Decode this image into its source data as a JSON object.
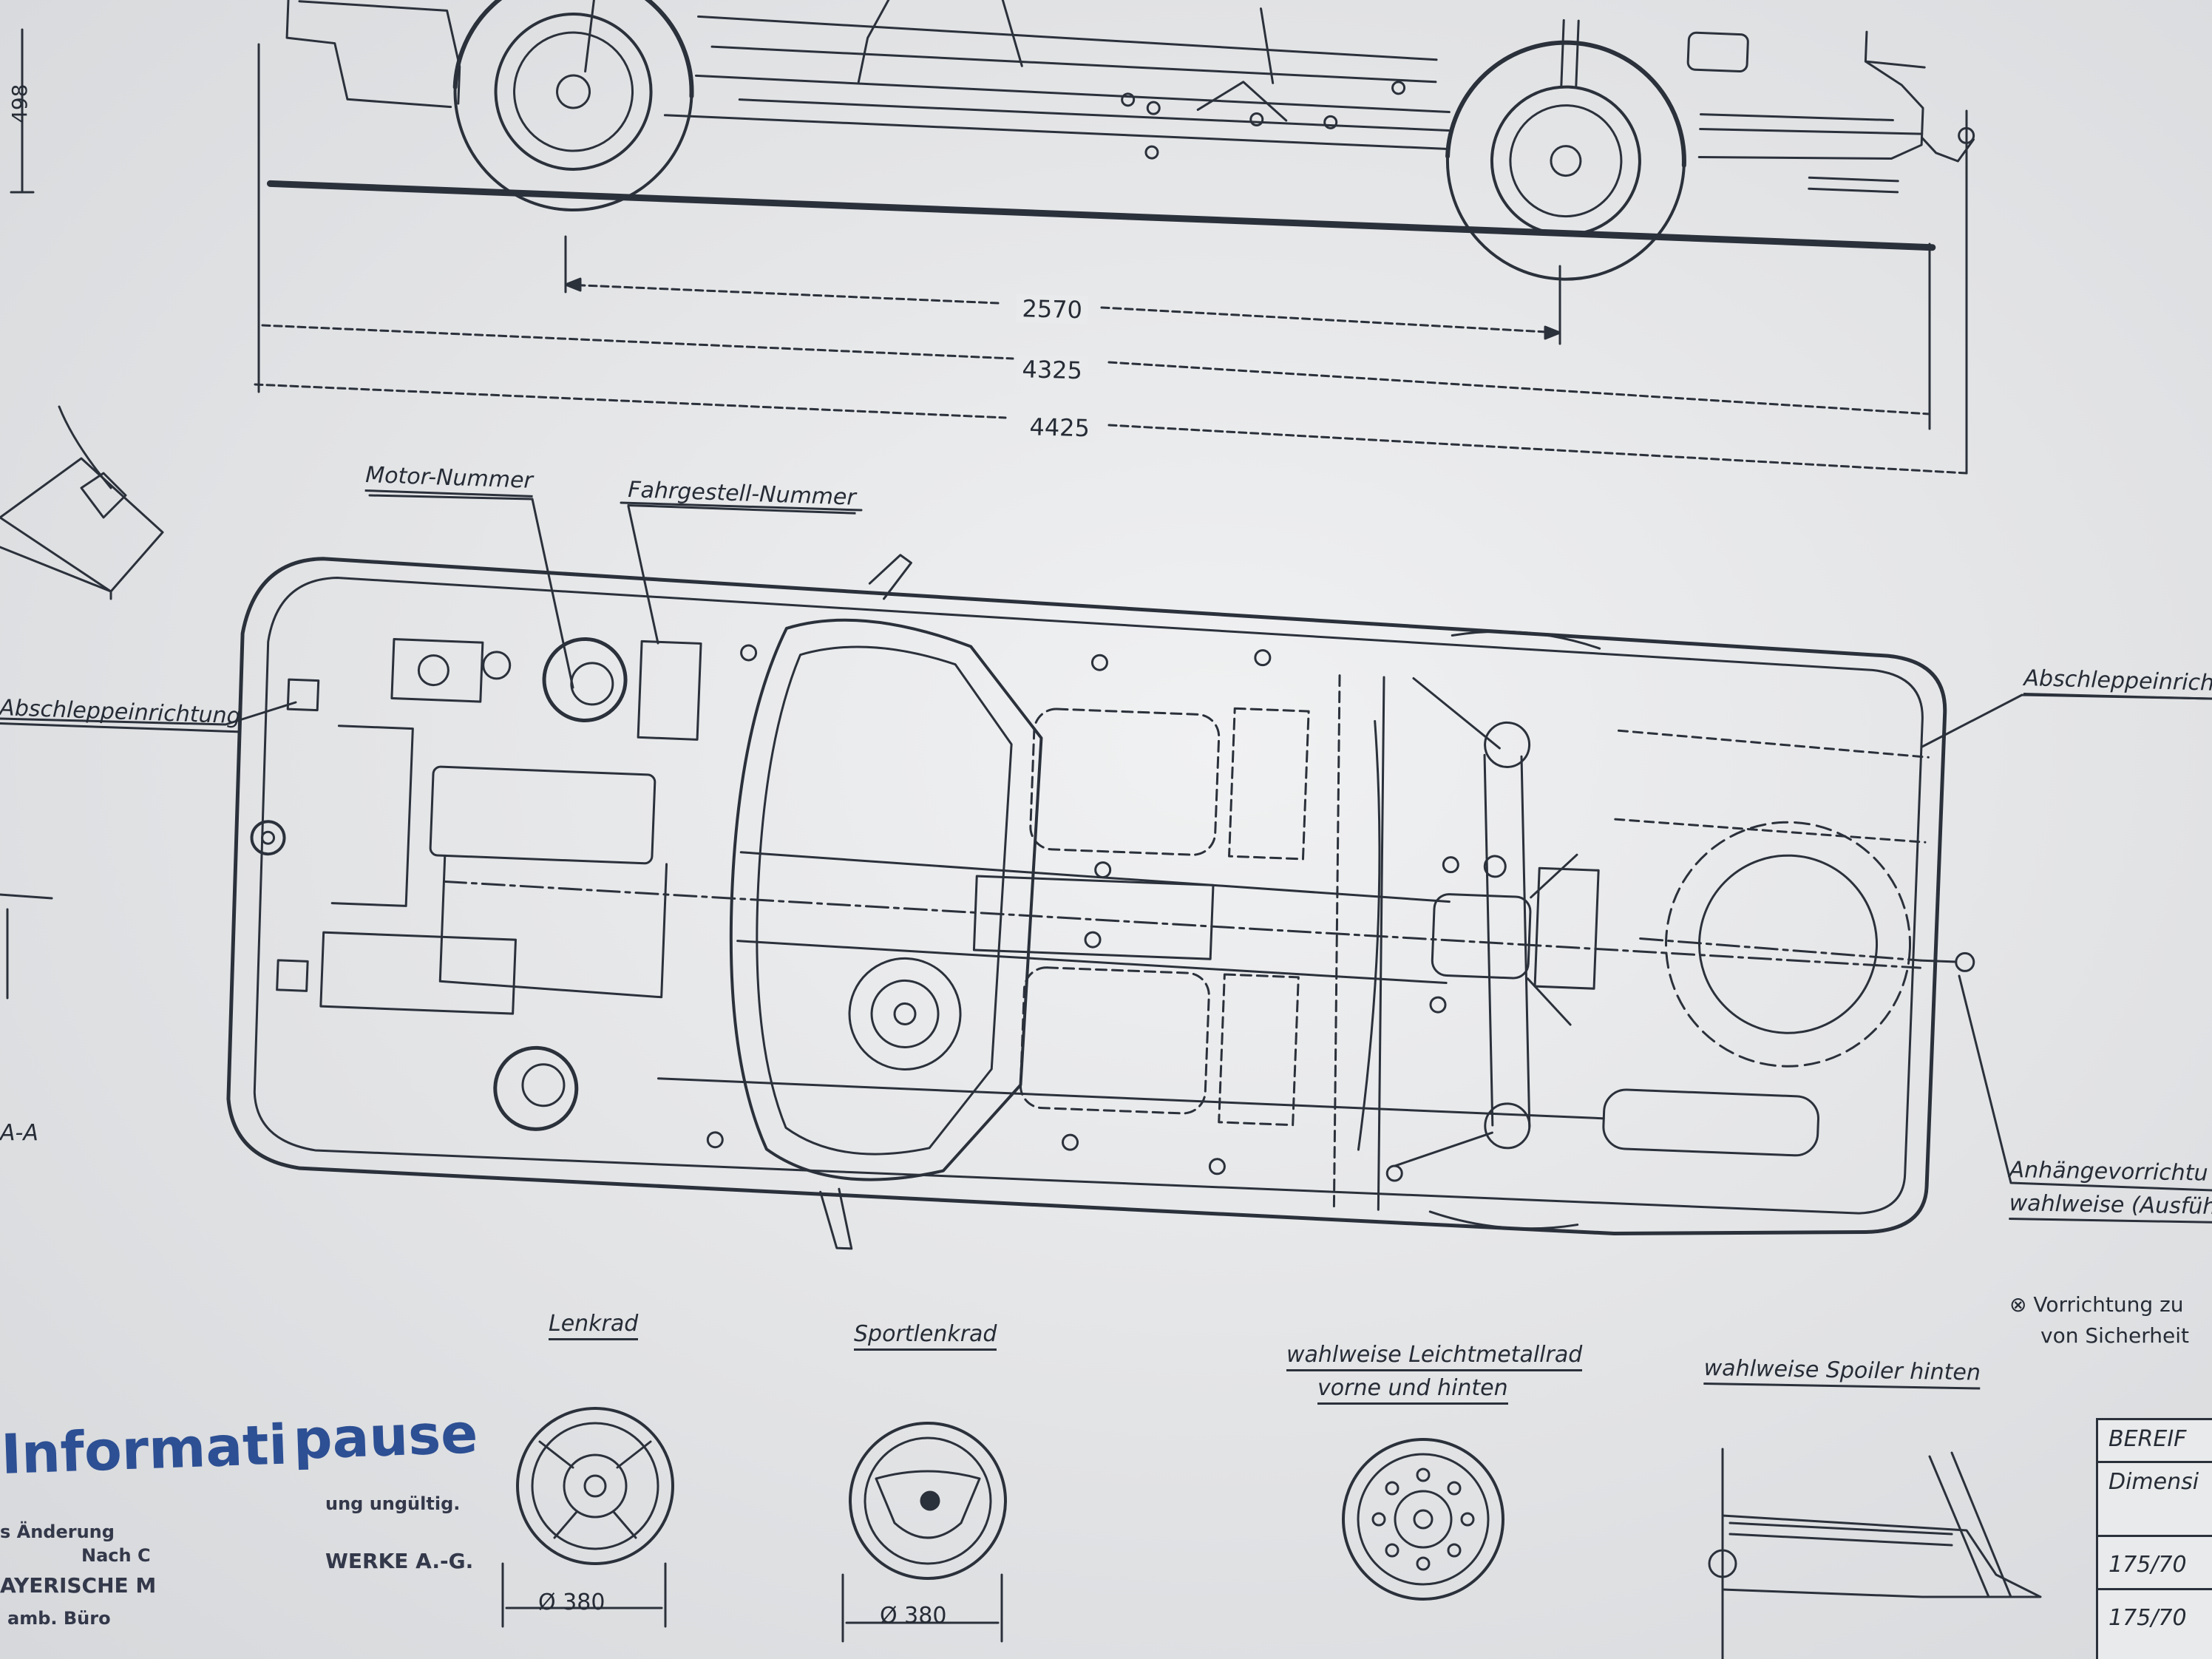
{
  "dimensions": {
    "height_dim": "498",
    "wheelbase": "2570",
    "length_body": "4325",
    "length_total": "4425"
  },
  "labels": {
    "motor_number": "Motor-Nummer",
    "chassis_number": "Fahrgestell-Nummer",
    "towing_left": "Abschleppeinrichtung",
    "towing_right": "Abschleppeinricht",
    "section": "A-A",
    "trailer_hitch_1": "Anhängevorrichtu",
    "trailer_hitch_2": "wahlweise (Ausfüh",
    "note_1": "⊗ Vorrichtung zu",
    "note_2": "von Sicherheit"
  },
  "options": {
    "steering_wheel": "Lenkrad",
    "steering_wheel_diameter": "Ø 380",
    "sport_steering_wheel": "Sportlenkrad",
    "sport_steering_wheel_diameter": "Ø 380",
    "alloy_wheel_line1": "wahlweise Leichtmetallrad",
    "alloy_wheel_line2": "vorne und hinten",
    "rear_spoiler": "wahlweise Spoiler hinten"
  },
  "tire_table": {
    "header": "BEREIF",
    "subheader": "Dimensi",
    "rows": [
      "175/70",
      "175/70"
    ]
  },
  "stamp": {
    "line1": "Informati",
    "line1b": "pause",
    "line2a": "s Änderung",
    "line2b": "ung ungültig.",
    "line3a": "Nach C",
    "line3b": "",
    "line4a": "AYERISCHE M",
    "line4b": "WERKE A.-G.",
    "line5": "amb. Büro"
  },
  "colors": {
    "ink": "#2b313b",
    "paper": "#e6e7e8",
    "stamp": "#2d4f93"
  }
}
